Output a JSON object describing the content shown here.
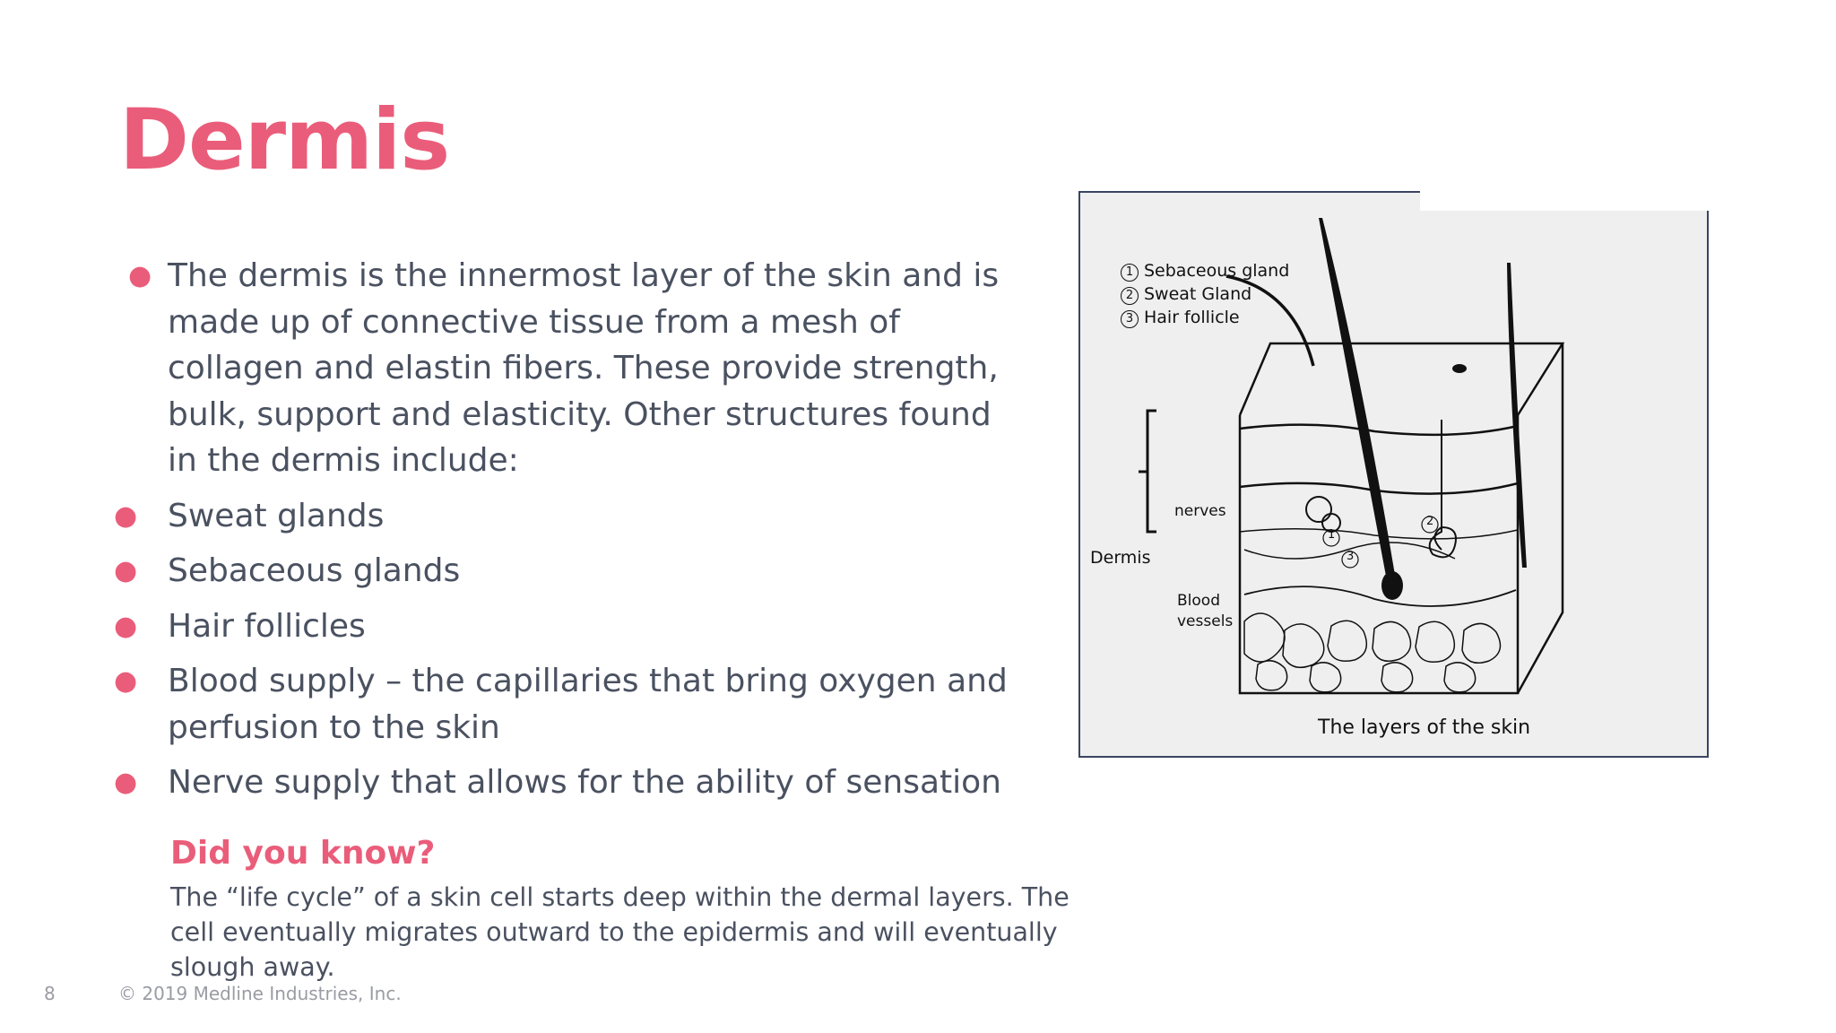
{
  "slide": {
    "title": "Dermis",
    "bullets": [
      "The dermis is the innermost layer of the skin and is made up of connective tissue from a mesh of collagen and elastin fibers. These provide strength, bulk, support and elasticity. Other structures found in the dermis include:",
      "Sweat glands",
      "Sebaceous glands",
      "Hair follicles",
      "Blood supply – the capillaries that bring oxygen and perfusion to the skin",
      "Nerve supply that allows for the ability of sensation"
    ],
    "did_you_know": {
      "title": "Did you know?",
      "text": "The “life cycle” of a skin cell starts deep within the dermal layers. The cell eventually migrates outward to the epidermis and will eventually slough away."
    },
    "footer": {
      "page_number": "8",
      "copyright": "© 2019 Medline Industries, Inc."
    }
  },
  "figure": {
    "legend": [
      {
        "number": "1",
        "label": "Sebaceous gland"
      },
      {
        "number": "2",
        "label": "Sweat Gland"
      },
      {
        "number": "3",
        "label": "Hair follicle"
      }
    ],
    "labels": {
      "dermis": "Dermis",
      "nerves": "nerves",
      "blood_vessels_line1": "Blood",
      "blood_vessels_line2": "vessels",
      "marker_1": "1",
      "marker_2": "2",
      "marker_3": "3"
    },
    "caption": "The layers of the skin"
  },
  "colors": {
    "accent": "#ea5d7a",
    "body_text": "#4a5160",
    "figure_border": "#3a4463",
    "figure_bg": "#efefef"
  }
}
